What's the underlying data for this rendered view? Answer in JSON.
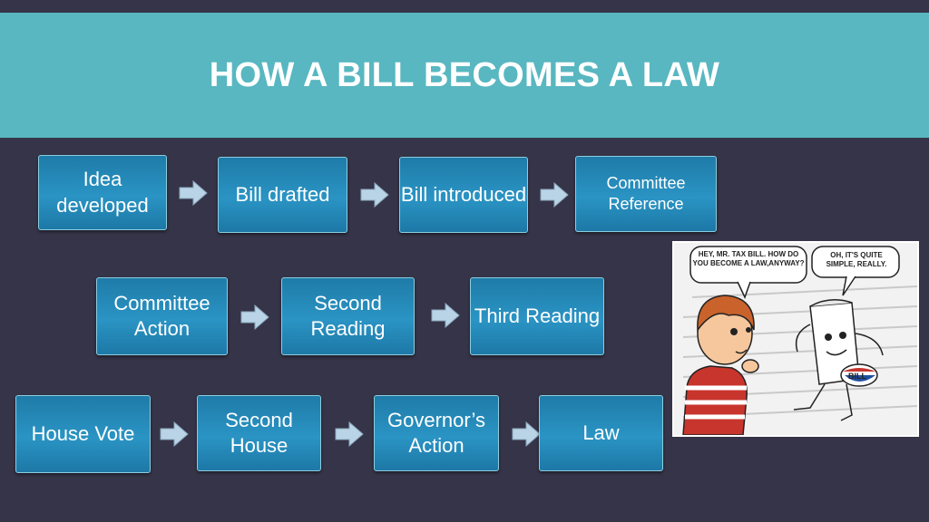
{
  "title": "HOW A BILL BECOMES A LAW",
  "steps": {
    "idea": "Idea developed",
    "drafted": "Bill drafted",
    "introduced": "Bill introduced",
    "reference": "Committee Reference",
    "committee_action": "Committee Action",
    "second_reading": "Second Reading",
    "third_reading": "Third Reading",
    "house_vote": "House Vote",
    "second_house": "Second House",
    "governor": "Governor’s Action",
    "law": "Law"
  },
  "cartoon": {
    "bubble_left": "HEY, MR. TAX BILL. HOW DO YOU BECOME A LAW,ANYWAY?",
    "bubble_right": "OH, IT'S QUITE SIMPLE, REALLY.",
    "badge": "BILL"
  },
  "colors": {
    "background": "#363448",
    "title_band": "#58b7c1",
    "step_fill": "#2589b8",
    "arrow": "#b9d4e6"
  }
}
